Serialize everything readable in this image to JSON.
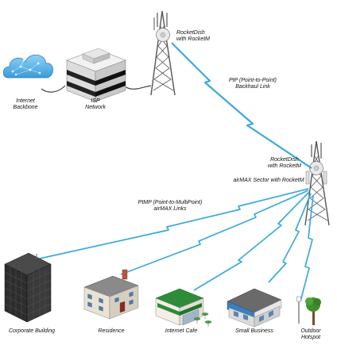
{
  "labels": {
    "internet": "Internet\nBackbone",
    "isp": "ISP\nNetwork",
    "tower_top": "RocketDish\nwith RocketM",
    "ptp": "PtP (Point-to-Point)\nBackhaul Link",
    "tower_right_dish": "RocketDish\nwith RocketM",
    "tower_right_sector": "airMAX Sector with RocketM",
    "ptmp": "PtMP (Point-to-MultiPoint)\nairMAX Links",
    "corporate": "Corporate Building",
    "residence": "Residence",
    "cafe": "Internet Cafe",
    "small_business": "Small Business",
    "hotspot": "Outdoor\nHotspot"
  },
  "colors": {
    "link": "#3aa9e0",
    "cloud": "#5bb6ec",
    "tower": "#5a5a5a",
    "cafe_awning": "#2e8b3a"
  }
}
